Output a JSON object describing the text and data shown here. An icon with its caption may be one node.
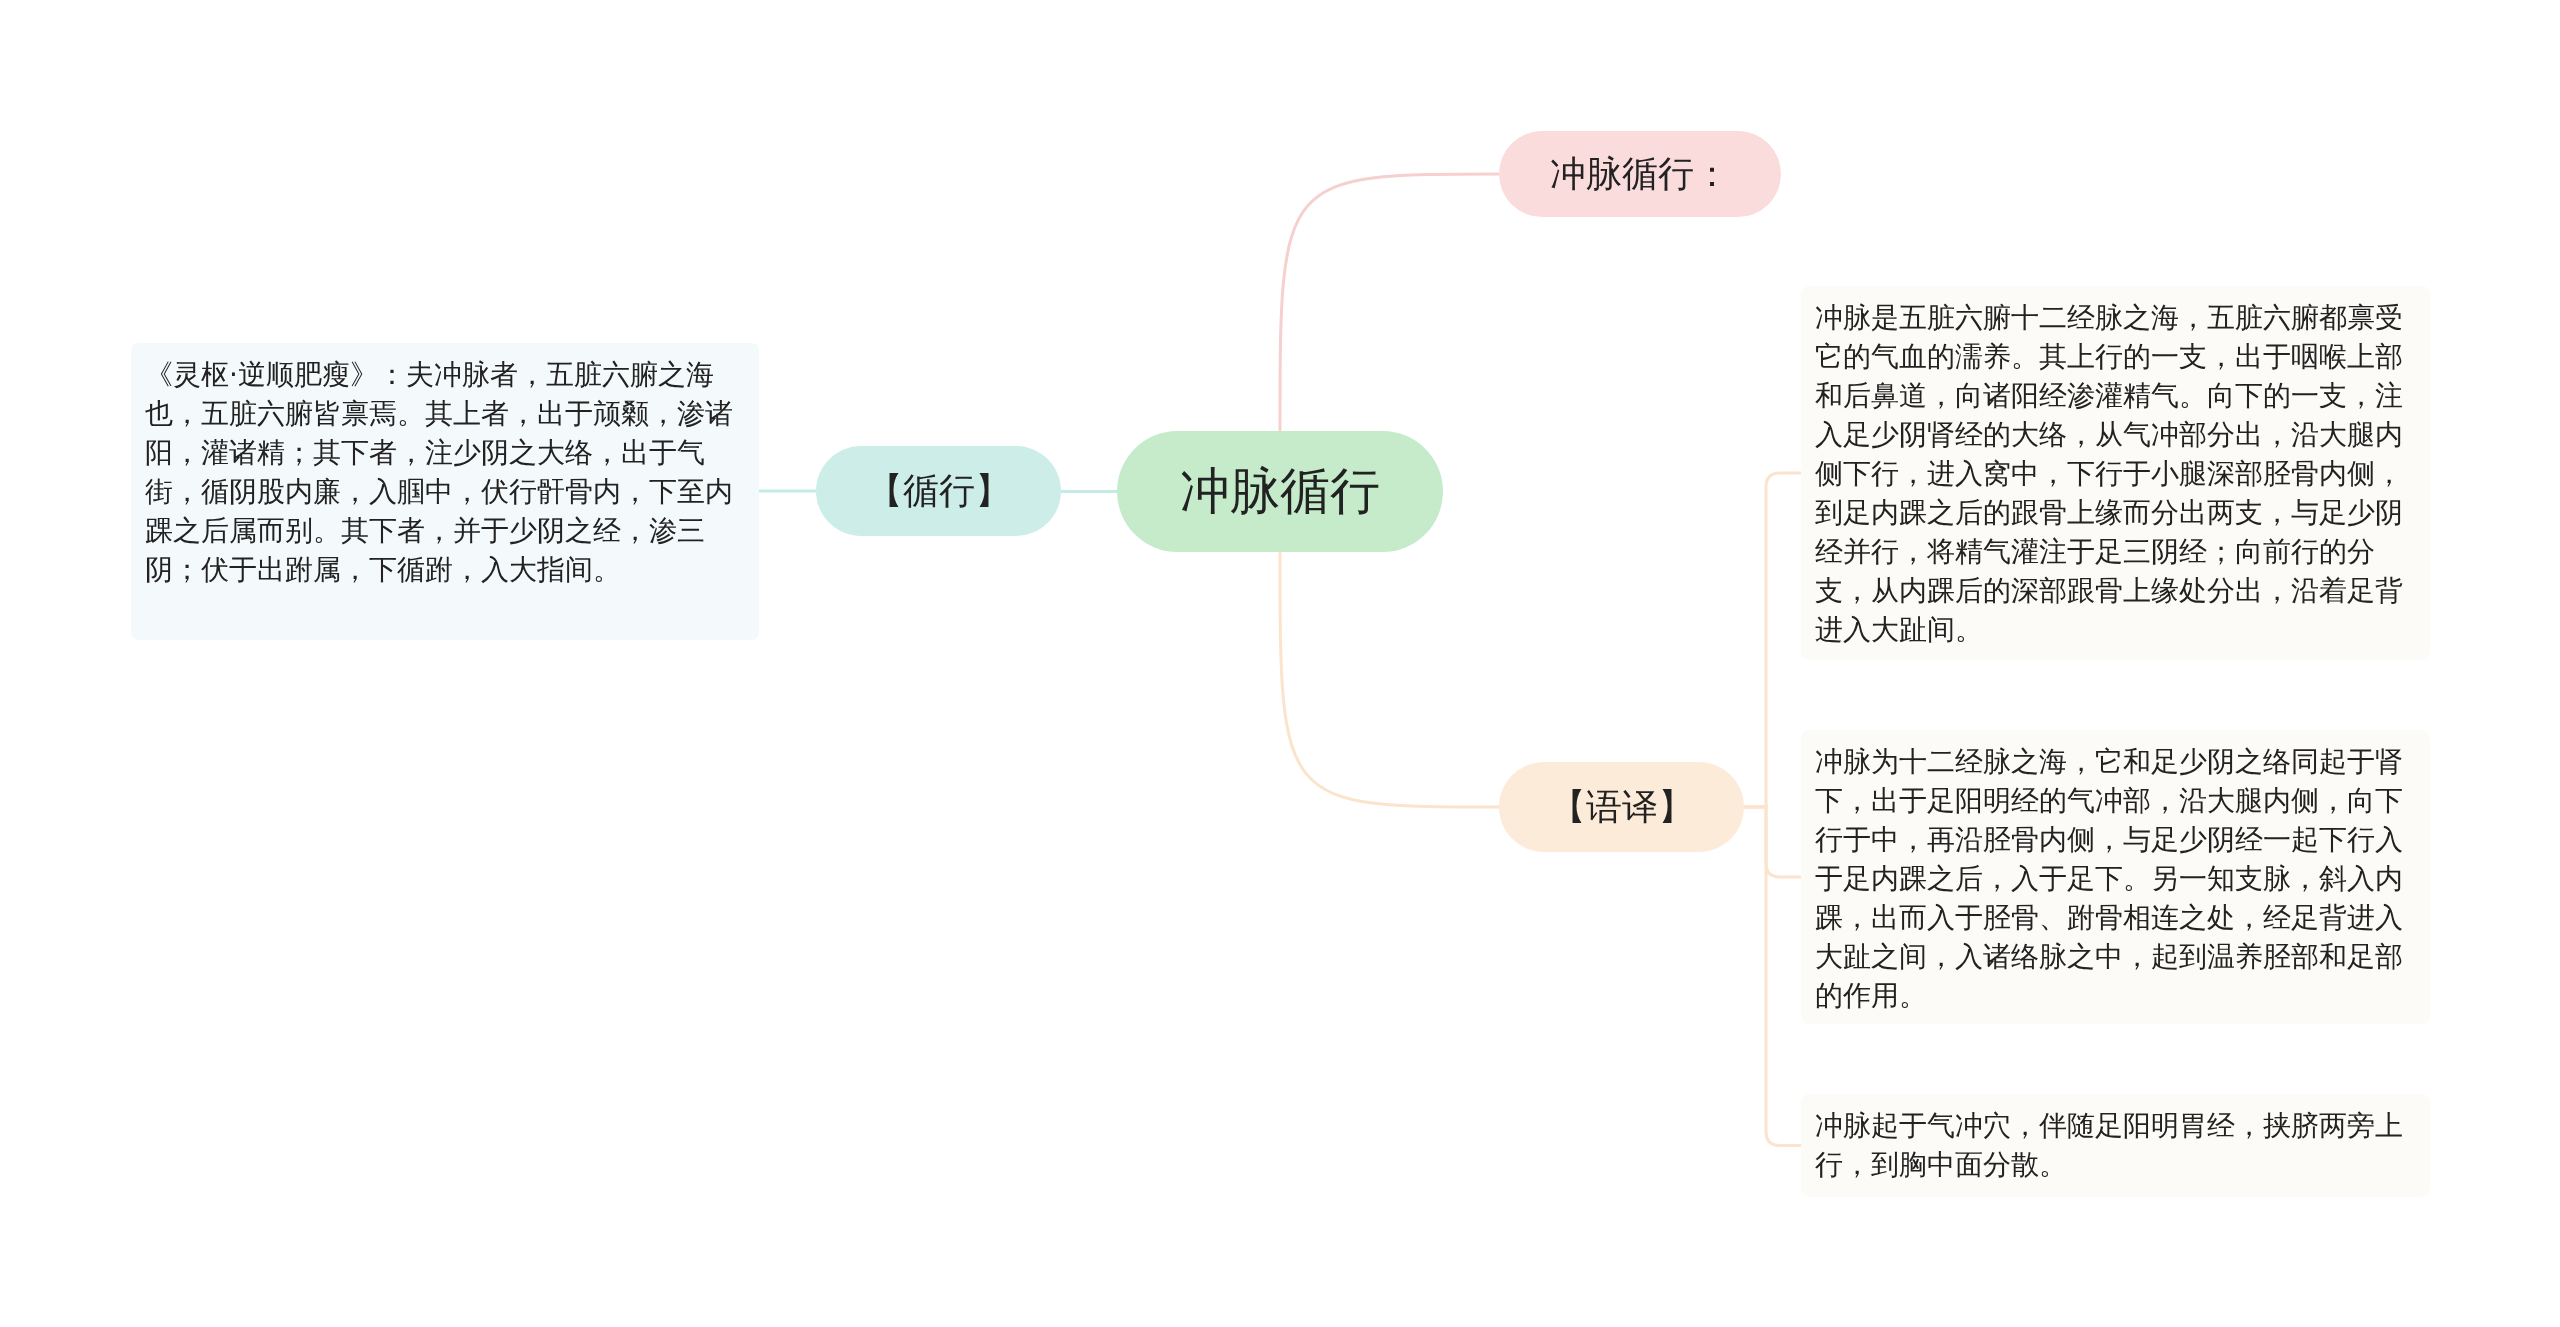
{
  "diagram": {
    "nodes": [
      {
        "text": [
          "冲脉循行"
        ]
      },
      {
        "text": [
          "【循行】"
        ]
      },
      {
        "text": [
          "《灵枢·逆顺肥瘦》：夫冲脉者，五脏六腑之海也，五脏六腑皆禀焉。其上者，出于颃颡，渗诸阳，灌诸精；其下者，注少阴之大络，出于气街，循阴股内廉，入腘中，伏行骭骨内，下至内踝之后属而别。其下者，并于少阴之经，渗三阴；伏于出跗属，下循跗，入大指间。"
        ]
      },
      {
        "text": [
          "冲脉循行："
        ]
      },
      {
        "text": [
          "【语译】"
        ]
      },
      {
        "text": [
          "冲脉是五脏六腑十二经脉之海，五脏六腑都禀受它的气血的濡养。其上行的一支，出于咽喉上部和后鼻道，向诸阳经渗灌精气。向下的一支，注入足少阴肾经的大络，从气冲部分出，沿大腿内侧下行，进入窝中，下行于小腿深部胫骨内侧，到足内踝之后的跟骨上缘而分出两支，与足少阴经并行，将精气灌注于足三阴经；向前行的分支，从内踝后的深部跟骨上缘处分出，沿着足背进入大趾间。"
        ]
      },
      {
        "text": [
          "冲脉为十二经脉之海，它和足少阴之络同起于肾下，出于足阳明经的气冲部，沿大腿内侧，向下行于中，再沿胫骨内侧，与足少阴经一起下行入于足内踝之后，入于足下。另一知支脉，斜入内踝，出而入于胫骨、跗骨相连之处，经足背进入大趾之间，入诸络脉之中，起到温养胫部和足部的作用。"
        ]
      },
      {
        "text": [
          "冲脉起于气冲穴，伴随足阳明胃经，挟脐两旁上行，到胸中面分散。"
        ]
      }
    ],
    "edges": [
      {
        "from": 0,
        "to": 1,
        "arrow": "none",
        "color": "#c4ece6"
      },
      {
        "from": 1,
        "to": 2,
        "arrow": "none",
        "color": "#c4ece6"
      },
      {
        "from": 0,
        "to": 3,
        "arrow": "none",
        "color": "#f6d0cf"
      },
      {
        "from": 0,
        "to": 4,
        "arrow": "none"
      },
      {
        "from": 4,
        "to": 5,
        "arrow": "none"
      },
      {
        "from": 4,
        "to": 6,
        "arrow": "none"
      },
      {
        "from": 4,
        "to": 7,
        "arrow": "none"
      }
    ]
  }
}
